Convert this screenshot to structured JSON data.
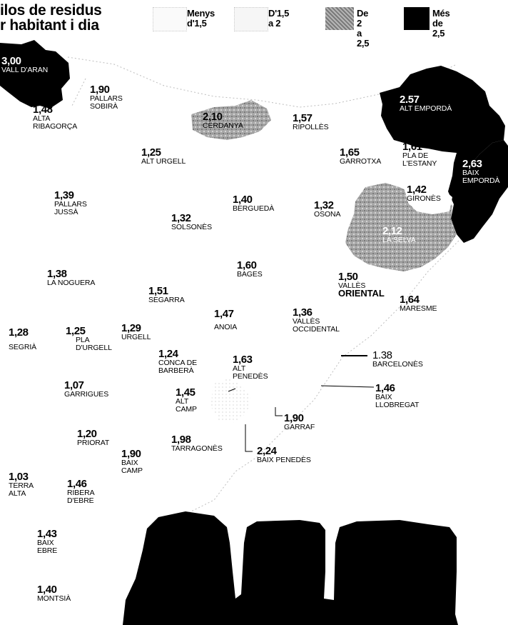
{
  "title": {
    "line1": "ilos de residus",
    "line2": "r habitant i dia"
  },
  "legend": [
    {
      "l1": "Menys",
      "l2": "d'1,5",
      "color": "#f6f6f6"
    },
    {
      "l1": "D'1,5",
      "l2": "a 2",
      "color": "#f0f0f0"
    },
    {
      "l1": "De 2",
      "l2": "a 2,5",
      "color": "#9a9a9a"
    },
    {
      "l1": "Més",
      "l2": "de 2,5",
      "color": "#000000"
    }
  ],
  "comarques": [
    {
      "value": "3,00",
      "name": "Vall d'Aran"
    },
    {
      "value": "1,90",
      "name": "Pallars",
      "name2": "Sobirà"
    },
    {
      "value": "1,48",
      "name": "Alta",
      "name2": "Ribagorça"
    },
    {
      "value": "2,10",
      "name": "Cerdanya"
    },
    {
      "value": "1,57",
      "name": "Ripollès"
    },
    {
      "value": "2.57",
      "name": "Alt Empordà"
    },
    {
      "value": "1,25",
      "name": "Alt Urgell"
    },
    {
      "value": "1,65",
      "name": "Garrotxa"
    },
    {
      "value": "1,61",
      "name": "Pla de",
      "name2": "l'Estany"
    },
    {
      "value": "2,63",
      "name": "Baix",
      "name2": "Empordà"
    },
    {
      "value": "1,42",
      "name": "Gironès"
    },
    {
      "value": "1,39",
      "name": "Pallars",
      "name2": "Jussà"
    },
    {
      "value": "1,40",
      "name": "Berguedà"
    },
    {
      "value": "1,32",
      "name": "Osona"
    },
    {
      "value": "1,32",
      "name": "Solsonès"
    },
    {
      "value": "2,12",
      "name": "La Selva"
    },
    {
      "value": "1,38",
      "name": "La Noguera"
    },
    {
      "value": "1,60",
      "name": "Bages"
    },
    {
      "value": "1,50",
      "name": "Vallès",
      "name2": "Oriental"
    },
    {
      "value": "1,51",
      "name": "Segarra"
    },
    {
      "value": "1,64",
      "name": "Maresme"
    },
    {
      "value": "1,47",
      "name": "Anoia"
    },
    {
      "value": "1,36",
      "name": "Vallès",
      "name2": "Occidental"
    },
    {
      "value": "1,28",
      "name": "Segrià"
    },
    {
      "value": "1,25",
      "name": "Pla",
      "name2": "d'Urgell"
    },
    {
      "value": "1,29",
      "name": "Urgell"
    },
    {
      "value": "1,24",
      "name": "Conca de",
      "name2": "Barberà"
    },
    {
      "value": "1,63",
      "name": "Alt",
      "name2": "Penedès"
    },
    {
      "value": "1.38",
      "name": "Barcelonès"
    },
    {
      "value": "1,07",
      "name": "Garrigues"
    },
    {
      "value": "1,45",
      "name": "Alt",
      "name2": "Camp"
    },
    {
      "value": "1,46",
      "name": "Baix",
      "name2": "Llobregat"
    },
    {
      "value": "1,90",
      "name": "Garraf"
    },
    {
      "value": "1,20",
      "name": "Priorat"
    },
    {
      "value": "1,90",
      "name": "Baix",
      "name2": "Camp"
    },
    {
      "value": "1,98",
      "name": "Tarragonès"
    },
    {
      "value": "2,24",
      "name": "Baix Penedès"
    },
    {
      "value": "1,03",
      "name": "Terra",
      "name2": "Alta"
    },
    {
      "value": "1,46",
      "name": "Ribera",
      "name2": "d'Ebre"
    },
    {
      "value": "1,43",
      "name": "Baix",
      "name2": "Ebre"
    },
    {
      "value": "1,40",
      "name": "Montsià"
    }
  ]
}
